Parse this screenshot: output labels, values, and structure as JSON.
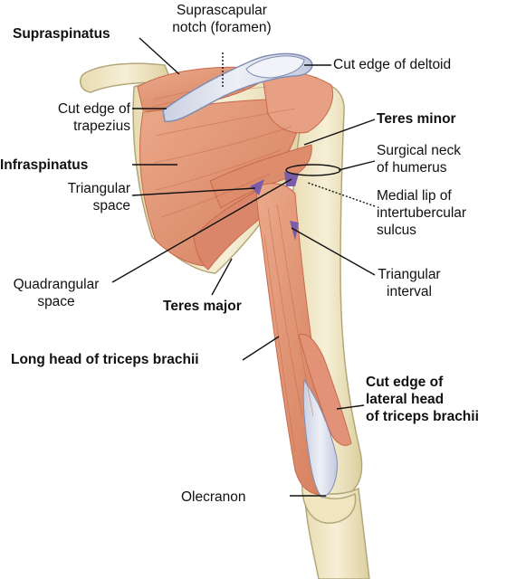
{
  "labels": {
    "supraspinatus": "Supraspinatus",
    "suprascapular_notch_1": "Suprascapular",
    "suprascapular_notch_2": "notch (foramen)",
    "cut_edge_deltoid": "Cut edge of deltoid",
    "cut_edge_trapezius_1": "Cut edge of",
    "cut_edge_trapezius_2": "trapezius",
    "teres_minor": "Teres minor",
    "surgical_neck_1": "Surgical neck",
    "surgical_neck_2": "of humerus",
    "infraspinatus": "Infraspinatus",
    "triangular_space_1": "Triangular",
    "triangular_space_2": "space",
    "medial_lip_1": "Medial lip of",
    "medial_lip_2": "intertubercular",
    "medial_lip_3": "sulcus",
    "quadrangular_space_1": "Quadrangular",
    "quadrangular_space_2": "space",
    "triangular_interval_1": "Triangular",
    "triangular_interval_2": "interval",
    "teres_major": "Teres major",
    "long_head_triceps": "Long head of triceps brachii",
    "cut_edge_lateral_1": "Cut edge of",
    "cut_edge_lateral_2": "lateral head",
    "cut_edge_lateral_3": "of triceps brachii",
    "olecranon": "Olecranon"
  },
  "colors": {
    "muscle": "#e59a7a",
    "muscle_dark": "#c9694a",
    "bone": "#efe6c4",
    "bone_outline": "#b3a77a",
    "tendon": "#d9dde8",
    "tendon_outline": "#7f8db3",
    "line": "#111111"
  }
}
